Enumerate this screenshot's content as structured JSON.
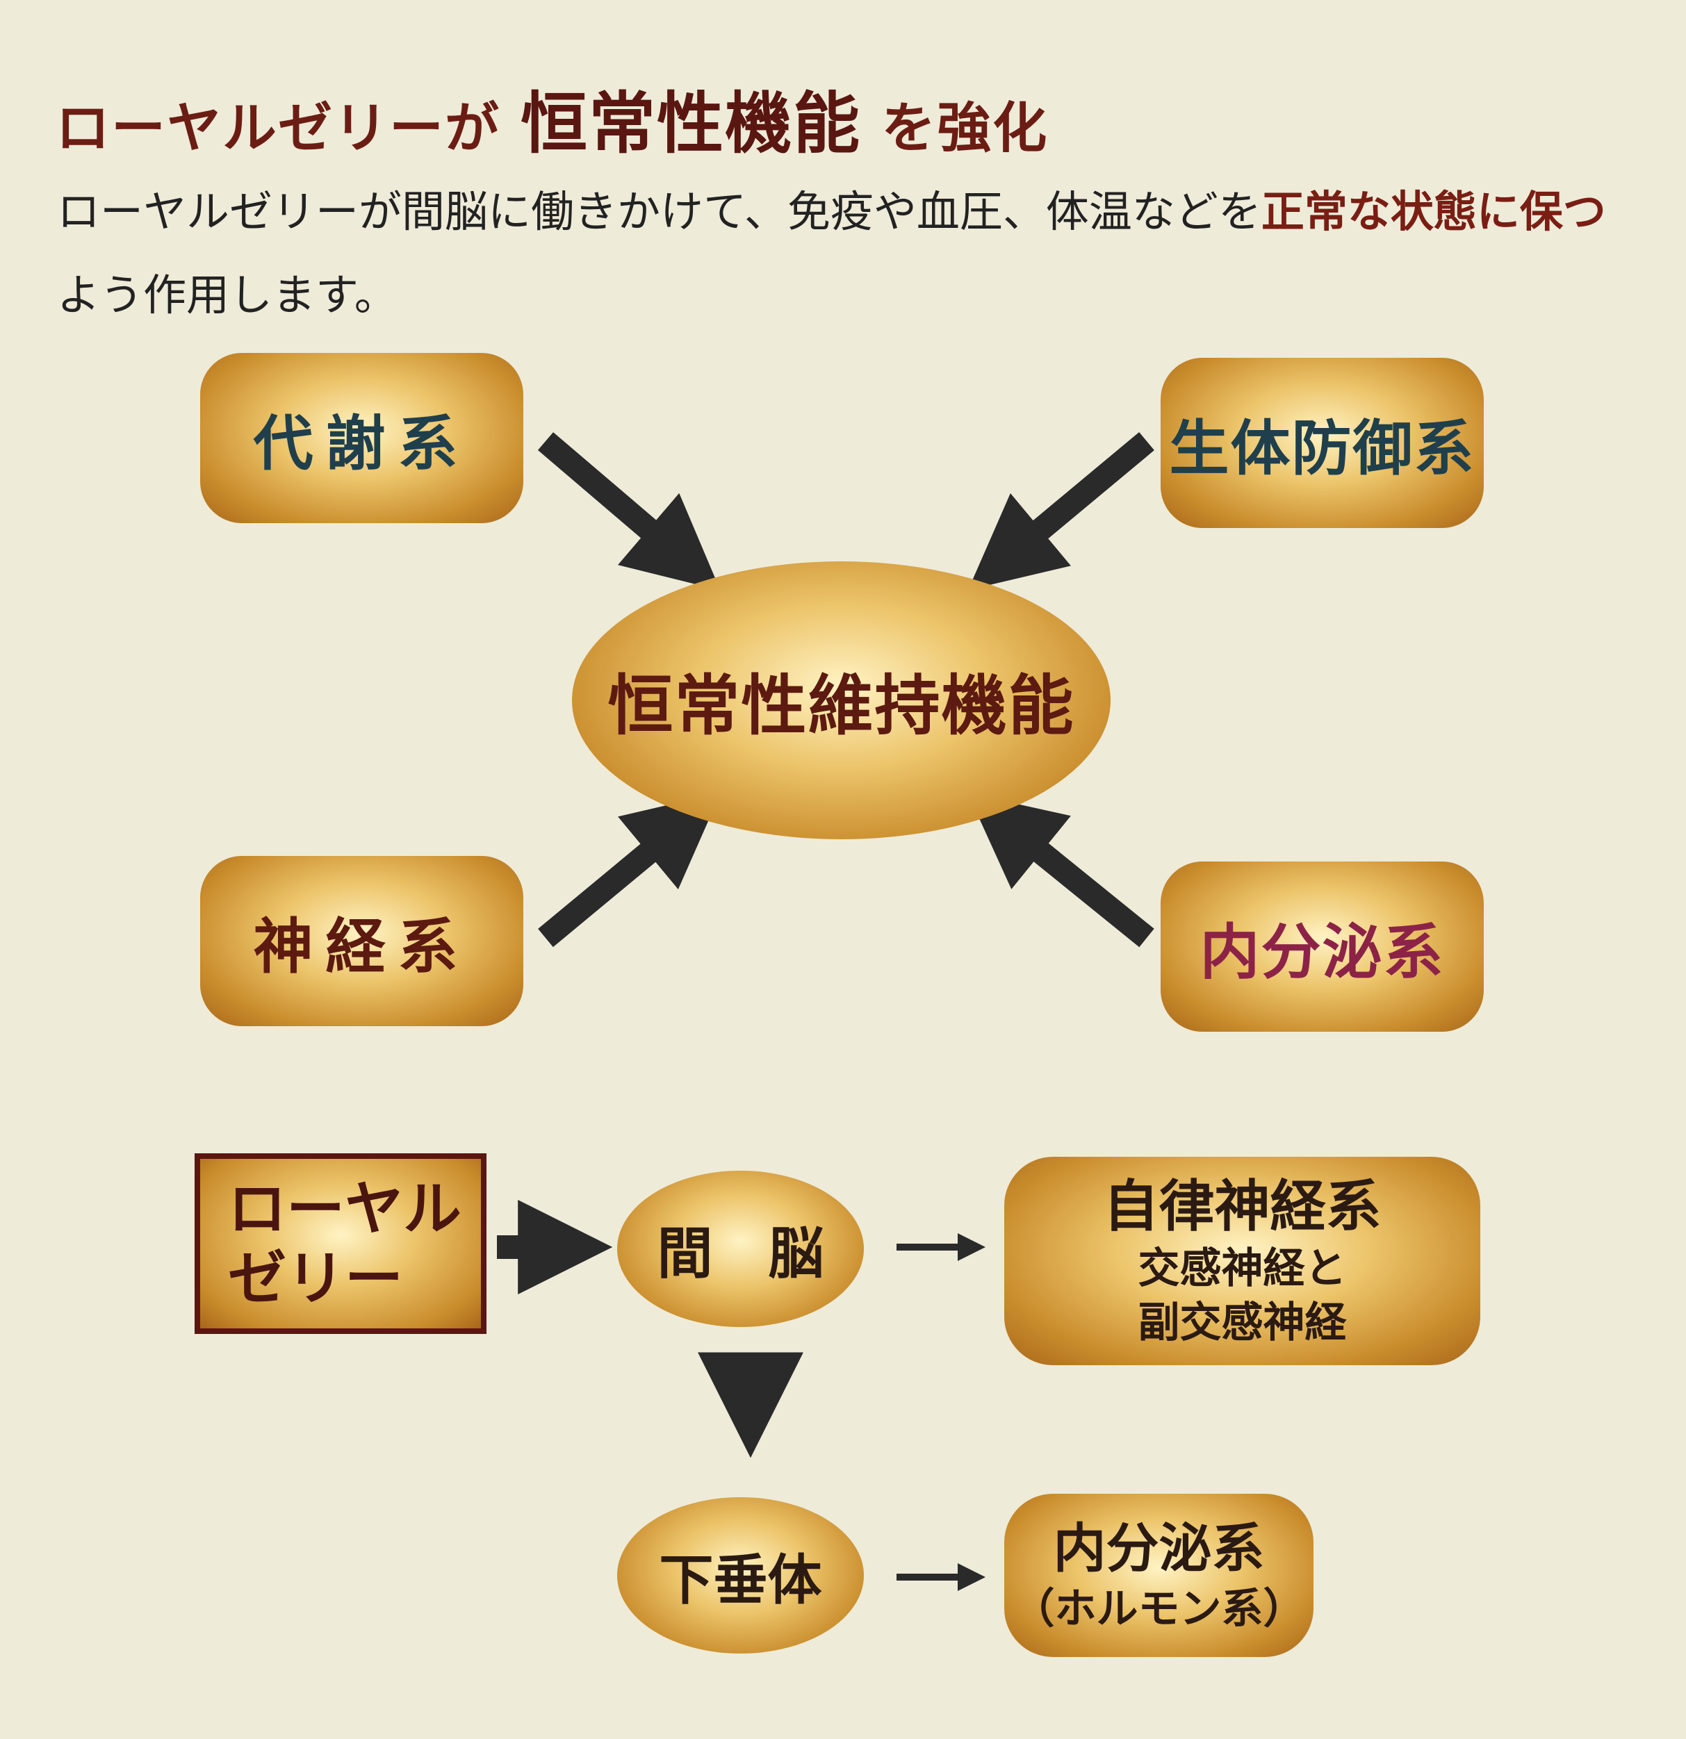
{
  "header": {
    "title_pre": "ローヤルゼリーが ",
    "title_big": "恒常性機能",
    "title_post": " を強化"
  },
  "lead": {
    "part1": "ローヤルゼリーが間脳に働きかけて、免疫や血圧、体温などを",
    "emphasis": "正常な状態に保つ",
    "part2": "よう作用します。"
  },
  "top_diagram": {
    "center": "恒常性維持機能",
    "metabolism": "代謝系",
    "defense": "生体防御系",
    "nervous": "神経系",
    "endocrine": "内分泌系"
  },
  "bottom_diagram": {
    "royal_line1": "ローヤル",
    "royal_line2": "ゼリー",
    "diencephalon": "間　脳",
    "autonomic_title": "自律神経系",
    "autonomic_sub1": "交感神経と",
    "autonomic_sub2": "副交感神経",
    "pituitary": "下垂体",
    "endocrine_title": "内分泌系",
    "endocrine_sub": "（ホルモン系）"
  },
  "colors": {
    "background": "#eeebd9",
    "title": "#6b1d14",
    "emphasis": "#7a1e14",
    "arrow": "#2a2a2a"
  }
}
